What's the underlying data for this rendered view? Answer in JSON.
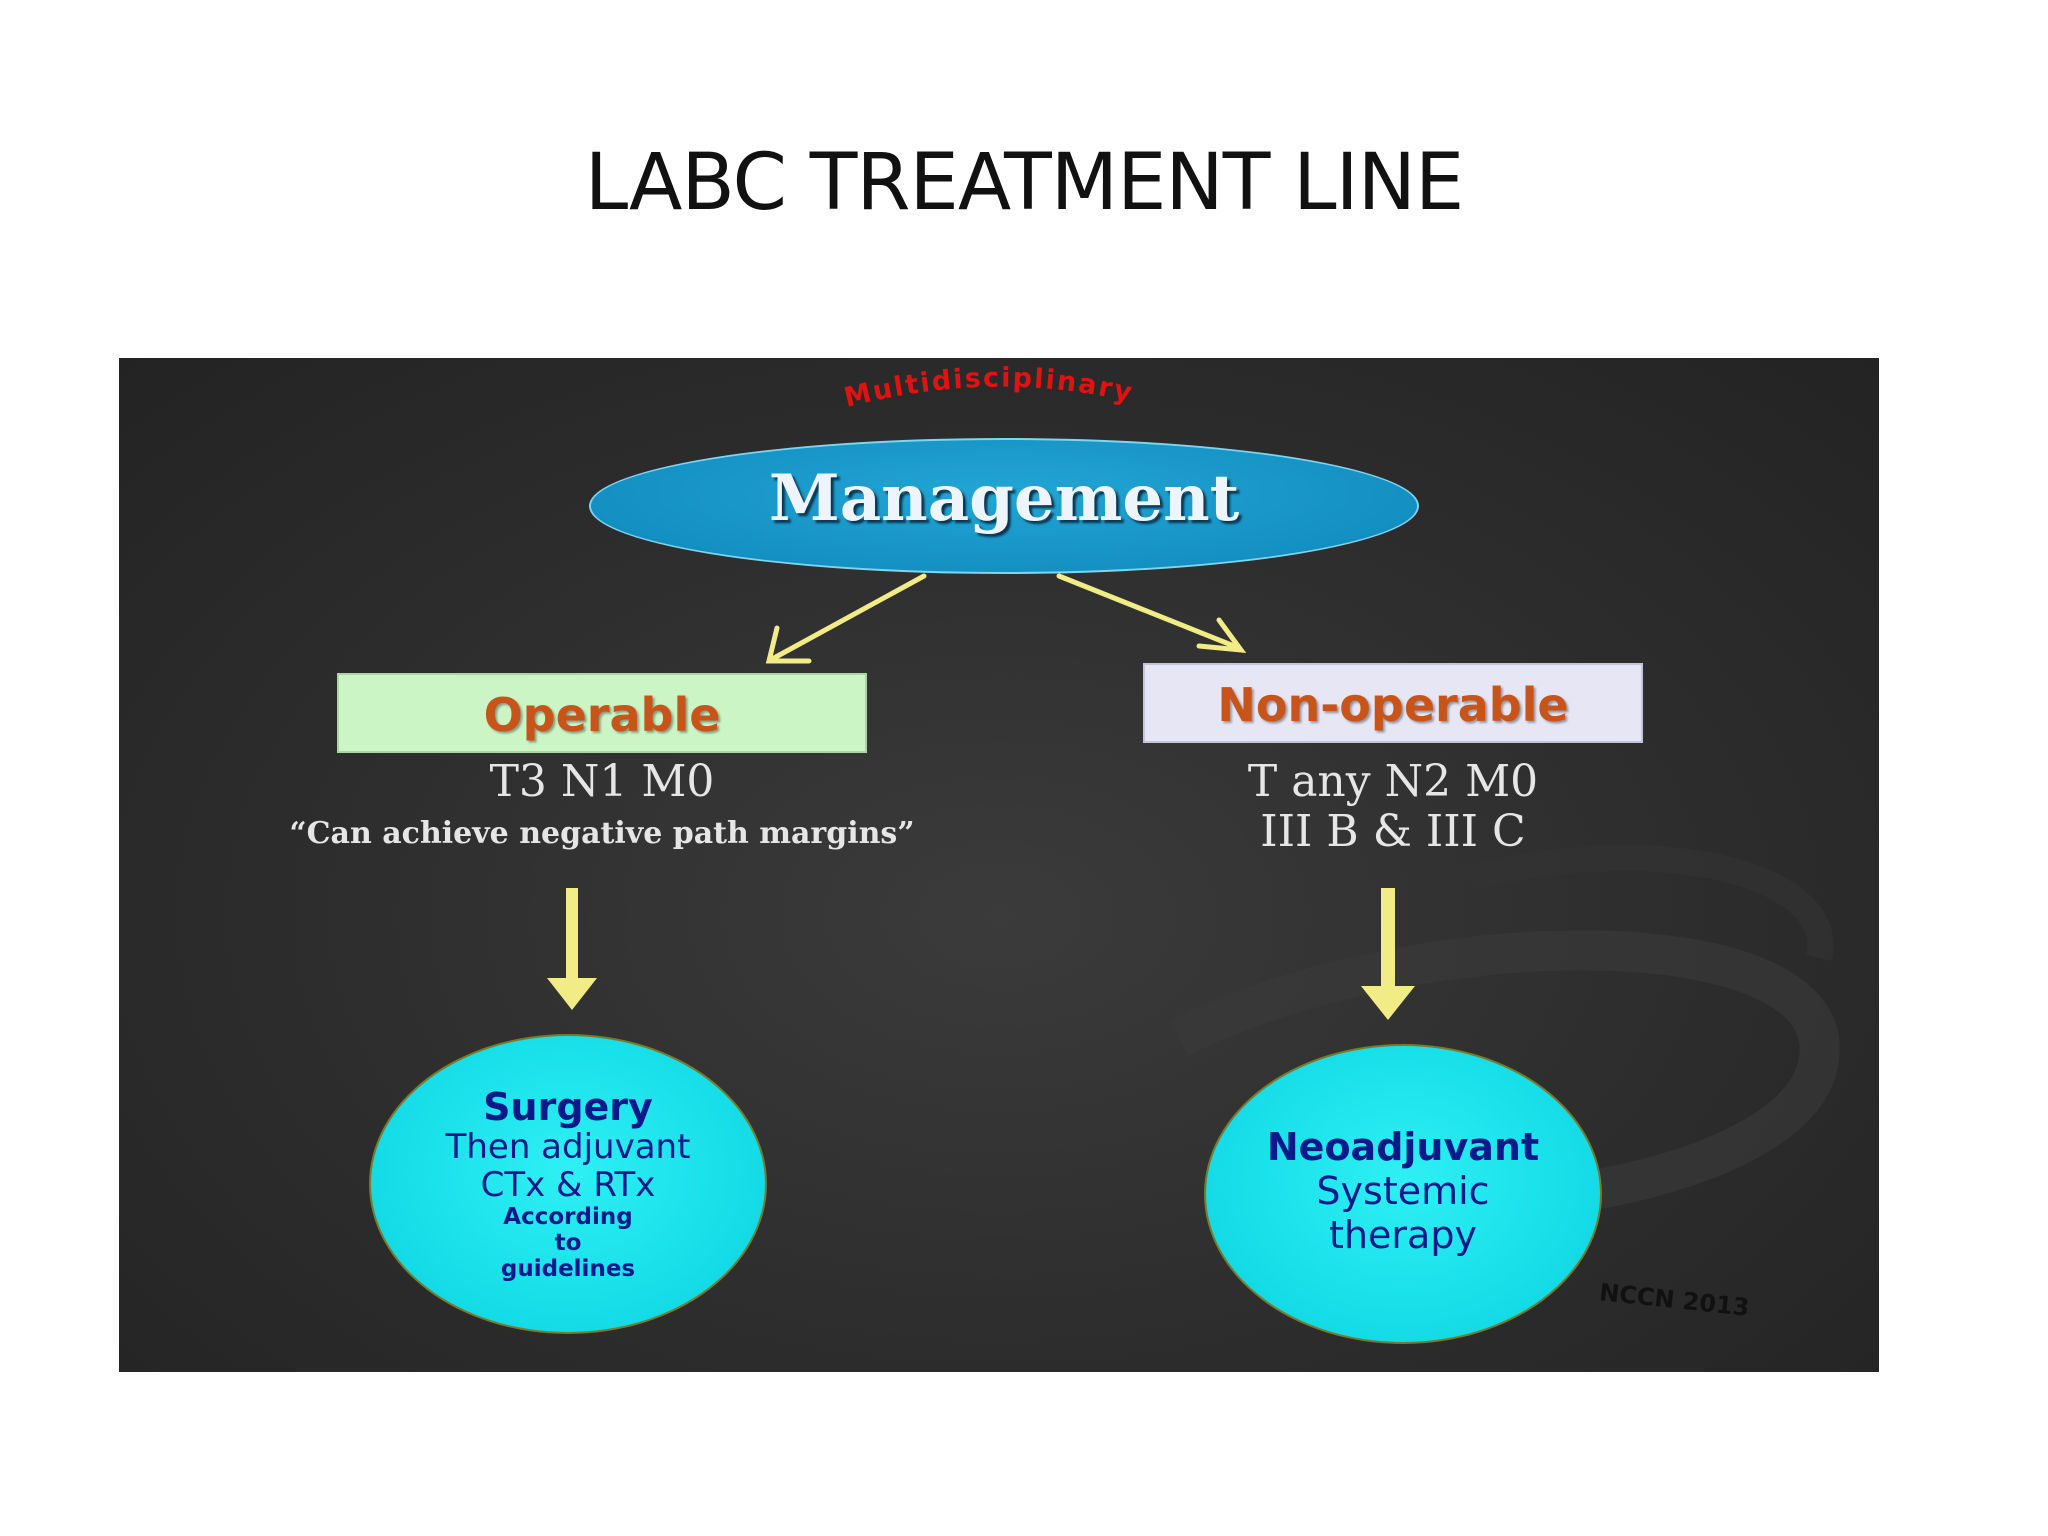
{
  "slide": {
    "title": "LABC TREATMENT LINE"
  },
  "diagram": {
    "arc_label": "Multidisciplinary",
    "root": "Management",
    "left_branch": {
      "box_label": "Operable",
      "staging": "T3 N1 M0",
      "note": "“Can achieve negative path margins”",
      "outcome_title": "Surgery",
      "outcome_line1": "Then adjuvant",
      "outcome_line2": "CTx & RTx",
      "outcome_small1": "According",
      "outcome_small2": "to",
      "outcome_small3": "guidelines"
    },
    "right_branch": {
      "box_label": "Non-operable",
      "staging": "T any N2 M0",
      "stages": "III B & III C",
      "outcome_title": "Neoadjuvant",
      "outcome_line1": "Systemic",
      "outcome_line2": "therapy"
    },
    "source": "NCCN 2013",
    "colors": {
      "panel_background": "#2d2d2d",
      "root_ellipse": "#1490c2",
      "operable_box": "#ccf5c6",
      "nonoperable_box": "#e6e6f4",
      "box_text": "#c8541a",
      "outcome_circle": "#14dbe6",
      "outcome_text": "#0a1a8a",
      "arrows": "#f2ec86",
      "arc_label": "#e01212"
    }
  }
}
